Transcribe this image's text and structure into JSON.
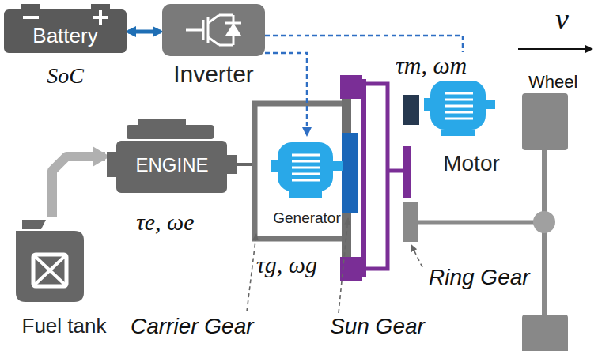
{
  "diagram": {
    "nodes": [
      {
        "text": [
          "Battery",
          "SoC"
        ]
      },
      {
        "text": [
          "Inverter"
        ]
      },
      {
        "text": [
          "ENGINE"
        ]
      },
      {
        "text": [
          "Generator"
        ]
      },
      {
        "text": [
          "Motor"
        ]
      },
      {
        "text": [
          "Fuel tank"
        ]
      }
    ],
    "edges": [
      {
        "from": 0,
        "to": 1,
        "arrow": "both"
      },
      {
        "from": 1,
        "to": 3,
        "arrow": "to"
      },
      {
        "from": 1,
        "to": 4,
        "arrow": "to"
      },
      {
        "from": 5,
        "to": 2,
        "arrow": "to"
      }
    ],
    "labels": [
      "v",
      "Wheel",
      "τm, ωm",
      "τe, ωe",
      "τg, ωg",
      "Carrier Gear",
      "Sun Gear",
      "Ring Gear"
    ]
  }
}
